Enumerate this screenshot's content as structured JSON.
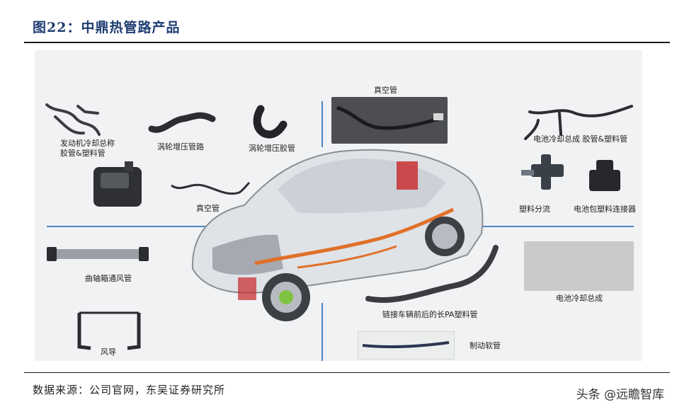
{
  "figure": {
    "title": "图22：中鼎热管路产品",
    "source": "数据来源：公司官网，东吴证券研究所",
    "watermark": "头条 @远瞻智库"
  },
  "labels": {
    "engine_cooling": "发动机冷却总称",
    "engine_cooling_2": "胶管&塑料管",
    "turbo_pipe": "涡轮增压管路",
    "turbo_hose": "涡轮增压胶管",
    "vacuum_left": "真空管",
    "vacuum_top": "真空管",
    "battery_cooling_pipes": "电池冷却总成 胶管&塑料管",
    "plastic_splitter": "塑料分流",
    "battery_connector": "电池包塑料连接器",
    "crankcase_vent": "曲轴箱通风管",
    "air_guide": "风导",
    "pa_pipe": "链接车辆前后的长PA塑料管",
    "battery_cooling_assembly": "电池冷却总成",
    "brake_hose": "制动软管"
  },
  "colors": {
    "title": "#1f3d73",
    "divider": "#4a86c5",
    "accent_pipe": "#e0702a",
    "accent_red": "#c8272b",
    "brake_green": "#7ec242"
  }
}
